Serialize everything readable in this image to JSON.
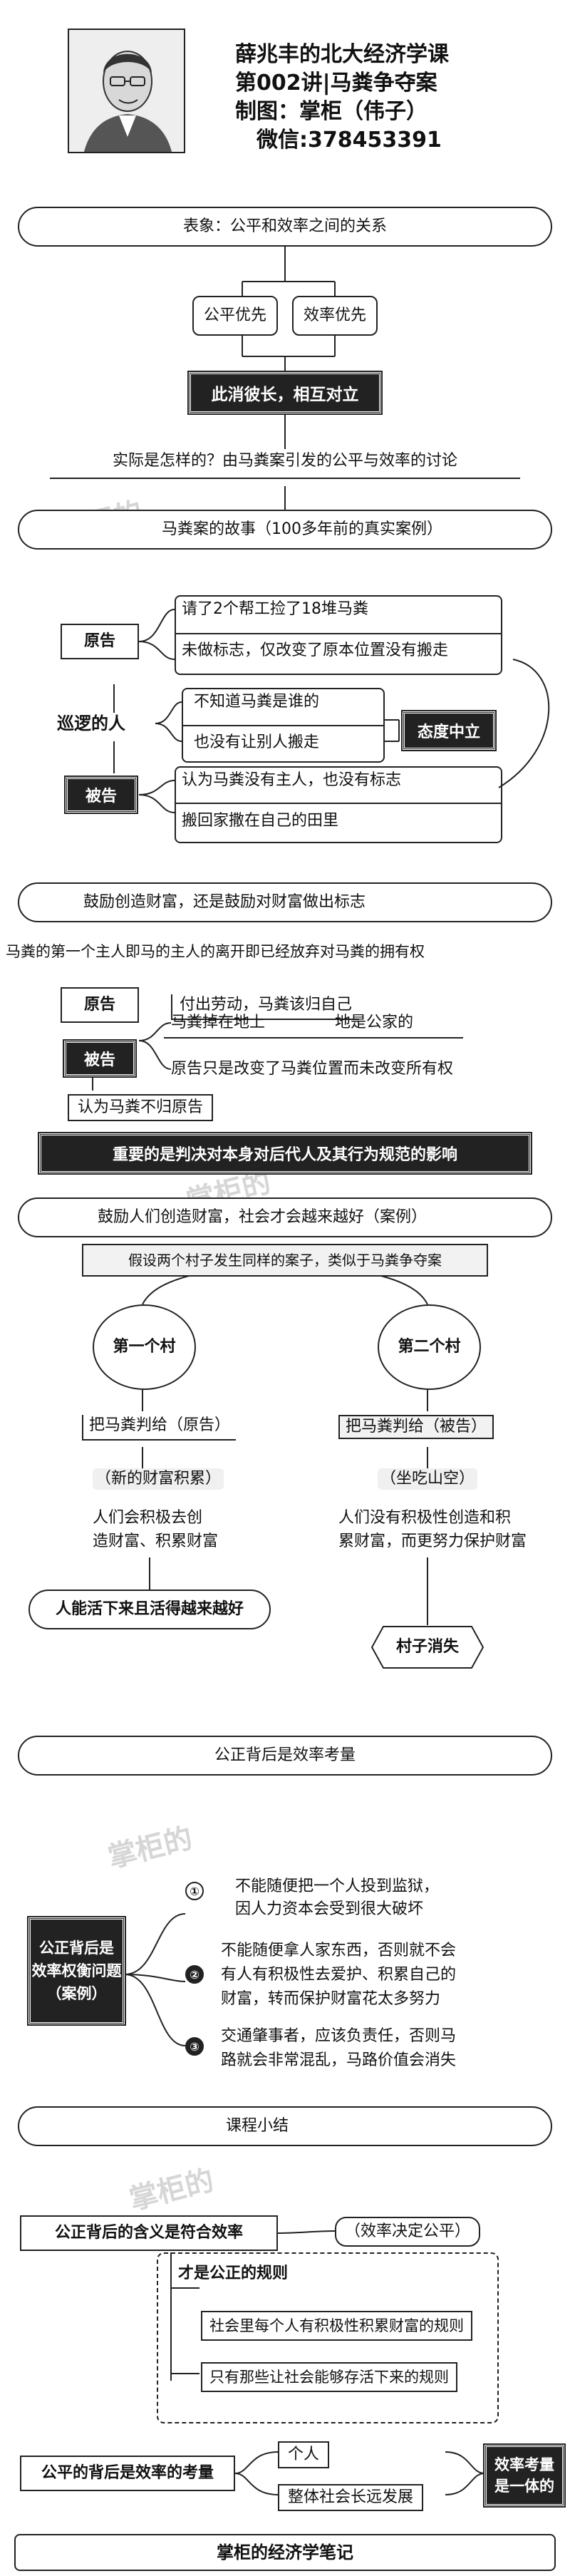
{
  "header": {
    "line1": "薛兆丰的北大经济学课",
    "line2": "第002讲|马粪争夺案",
    "line3": "制图：掌柜（伟子）",
    "line4": "微信:378453391"
  },
  "watermarks": [
    "掌柜的",
    "掌柜的",
    "掌柜的",
    "掌柜的"
  ],
  "sec1": {
    "title": "表象：公平和效率之间的关系",
    "left": "公平优先",
    "right": "效率优先",
    "result": "此消彼长，相互对立",
    "question": "实际是怎样的？由马粪案引发的公平与效率的讨论"
  },
  "sec2": {
    "title": "马粪案的故事（100多年前的真实案例）",
    "plaintiff": "原告",
    "p1": "请了2个帮工捡了18堆马粪",
    "p2": "未做标志，仅改变了原本位置没有搬走",
    "patrol": "巡逻的人",
    "w1": "不知道马粪是谁的",
    "w2": "也没有让别人搬走",
    "neutral": "态度中立",
    "defendant": "被告",
    "d1": "认为马粪没有主人，也没有标志",
    "d2": "搬回家撒在自己的田里"
  },
  "sec3": {
    "title": "鼓励创造财富，还是鼓励对财富做出标志",
    "statement": "马粪的第一个主人即马的主人的离开即已经放弃对马粪的拥有权",
    "plaintiff": "原告",
    "p1": "付出劳动，马粪该归自己",
    "defendant": "被告",
    "d1a": "马粪掉在地上",
    "d1b": "地是公家的",
    "d2": "原告只是改变了马粪位置而未改变所有权",
    "ruling": "认为马粪不归原告",
    "key": "重要的是判决对本身对后代人及其行为规范的影响"
  },
  "sec4": {
    "title": "鼓励人们创造财富，社会才会越来越好（案例）",
    "banner": "假设两个村子发生同样的案子，类似于马粪争夺案",
    "village1": "第一个村",
    "village2": "第二个村",
    "v1_ruling": "把马粪判给（原告）",
    "v2_ruling": "把马粪判给（被告）",
    "v1_tag": "（新的财富积累）",
    "v2_tag": "（坐吃山空）",
    "v1_effect": [
      "人们会积极去创",
      "造财富、积累财富"
    ],
    "v2_effect": [
      "人们没有积极性创造和积",
      "累财富，而更努力保护财富"
    ],
    "v1_end": "人能活下来且活得越来越好",
    "v2_end": "村子消失"
  },
  "sec5": {
    "title": "公正背后是效率考量",
    "left": [
      "公正背后是",
      "效率权衡问题",
      "（案例）"
    ],
    "items": [
      {
        "num": "①",
        "lines": [
          "不能随便把一个人投到监狱，",
          "因人力资本会受到很大破坏"
        ]
      },
      {
        "num": "②",
        "lines": [
          "不能随便拿人家东西，否则就不会",
          "有人有积极性去爱护、积累自己的",
          "财富，转而保护财富花太多努力"
        ]
      },
      {
        "num": "③",
        "lines": [
          "交通肇事者，应该负责任，否则马",
          "路就会非常混乱，马路价值会消失"
        ]
      }
    ]
  },
  "sec6": {
    "title": "课程小结",
    "main": "公正背后的含义是符合效率",
    "side": "（效率决定公平）",
    "rule_title": "才是公正的规则",
    "rule1": "社会里每个人有积极性积累财富的规则",
    "rule2": "只有那些让社会能够存活下来的规则",
    "consider": "公平的背后是效率的考量",
    "c1": "个人",
    "c2": "整体社会长远发展",
    "unity": [
      "效率考量",
      "是一体的"
    ]
  },
  "footer": "掌柜的经济学笔记"
}
